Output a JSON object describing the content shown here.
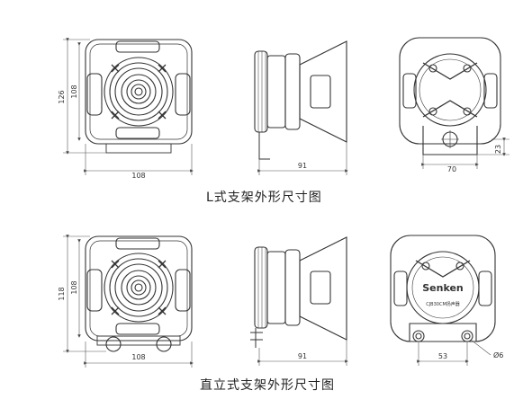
{
  "captions": {
    "l_bracket": "L式支架外形尺寸图",
    "upright_bracket": "直立式支架外形尺寸图"
  },
  "l_bracket": {
    "front_width": "108",
    "front_height_total": "126",
    "front_height_body": "108",
    "side_depth": "91",
    "back_width": "70",
    "back_offset": "23"
  },
  "upright_bracket": {
    "front_width": "108",
    "front_height_total": "118",
    "front_height_body": "108",
    "side_depth": "91",
    "hole_spacing": "53",
    "hole_diameter": "Ø6",
    "brand_text": "Senken",
    "model_text": "CJB30CM扬声器"
  },
  "colors": {
    "line": "#333333",
    "dim_line": "#666666"
  }
}
